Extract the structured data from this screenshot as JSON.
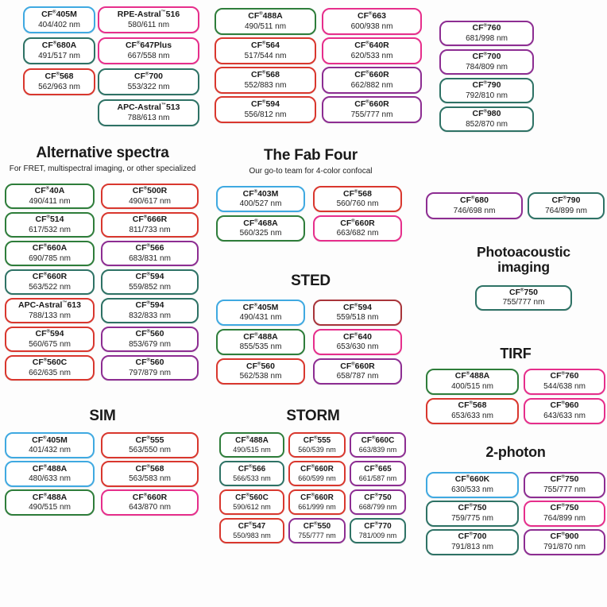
{
  "palette": {
    "blue": "#3FA9E1",
    "green": "#2E7D3A",
    "teal": "#2E7265",
    "red": "#D9372E",
    "darkred": "#A8343A",
    "pink": "#E62E8B",
    "purple": "#8D2D92"
  },
  "sections": [
    {
      "id": "top-left-group",
      "columns": [
        {
          "pills": [
            {
              "name": "CF®405M",
              "value": "404/402 nm",
              "color": "blue"
            },
            {
              "name": "CF®680A",
              "value": "491/517 nm",
              "color": "teal"
            },
            {
              "name": "CF®568",
              "value": "562/963 nm",
              "color": "red"
            }
          ]
        },
        {
          "pills": [
            {
              "name": "RPE-Astral™516",
              "value": "580/611 nm",
              "color": "pink"
            },
            {
              "name": "CF®647Plus",
              "value": "667/558 nm",
              "color": "pink"
            },
            {
              "name": "CF®700",
              "value": "553/322 nm",
              "color": "teal"
            },
            {
              "name": "APC-Astral™513",
              "value": "788/613 nm",
              "color": "teal"
            }
          ]
        }
      ]
    },
    {
      "id": "top-middle-group",
      "columns": [
        {
          "pills": [
            {
              "name": "CF®488A",
              "value": "490/511 nm",
              "color": "green"
            },
            {
              "name": "CF®564",
              "value": "517/544 nm",
              "color": "red"
            },
            {
              "name": "CF®568",
              "value": "552/883 nm",
              "color": "red"
            },
            {
              "name": "CF®594",
              "value": "556/812 nm",
              "color": "red"
            }
          ]
        },
        {
          "pills": [
            {
              "name": "CF®663",
              "value": "600/938 nm",
              "color": "pink"
            },
            {
              "name": "CF®640R",
              "value": "620/533 nm",
              "color": "pink"
            },
            {
              "name": "CF®660R",
              "value": "662/882 nm",
              "color": "purple"
            },
            {
              "name": "CF®660R",
              "value": "755/777 nm",
              "color": "purple"
            }
          ]
        }
      ]
    },
    {
      "id": "top-right-group",
      "columns": [
        {
          "pills": [
            {
              "name": "CF®760",
              "value": "681/998 nm",
              "color": "purple"
            },
            {
              "name": "CF®700",
              "value": "784/809 nm",
              "color": "purple"
            },
            {
              "name": "CF®790",
              "value": "792/810 nm",
              "color": "teal"
            },
            {
              "name": "CF®980",
              "value": "852/870 nm",
              "color": "teal"
            }
          ]
        }
      ]
    },
    {
      "id": "alternative-spectra",
      "title": "Alternative spectra",
      "subtitle": "For FRET, multispectral imaging, or other specialized",
      "columns": [
        {
          "pills": [
            {
              "name": "CF®40A",
              "value": "490/411 nm",
              "color": "green"
            },
            {
              "name": "CF®514",
              "value": "617/532 nm",
              "color": "green"
            },
            {
              "name": "CF®660A",
              "value": "690/785 nm",
              "color": "green"
            },
            {
              "name": "CF®660R",
              "value": "563/522 nm",
              "color": "teal"
            },
            {
              "name": "APC-Astral™613",
              "value": "788/133 nm",
              "color": "red"
            },
            {
              "name": "CF®594",
              "value": "560/675 nm",
              "color": "red"
            },
            {
              "name": "CF®560C",
              "value": "662/635 nm",
              "color": "red"
            }
          ]
        },
        {
          "pills": [
            {
              "name": "CF®500R",
              "value": "490/617 nm",
              "color": "red"
            },
            {
              "name": "CF®666R",
              "value": "811/733 nm",
              "color": "red"
            },
            {
              "name": "CF®566",
              "value": "683/831 nm",
              "color": "purple"
            },
            {
              "name": "CF®594",
              "value": "559/852 nm",
              "color": "teal"
            },
            {
              "name": "CF®594",
              "value": "832/833 nm",
              "color": "teal"
            },
            {
              "name": "CF®560",
              "value": "853/679 nm",
              "color": "purple"
            },
            {
              "name": "CF®560",
              "value": "797/879 nm",
              "color": "purple"
            }
          ]
        }
      ]
    },
    {
      "id": "fab-four",
      "title": "The Fab Four",
      "subtitle": "Our go-to team for 4-color confocal",
      "columns": [
        {
          "pills": [
            {
              "name": "CF®403M",
              "value": "400/527 nm",
              "color": "blue"
            },
            {
              "name": "CF®468A",
              "value": "560/325 nm",
              "color": "green"
            }
          ]
        },
        {
          "pills": [
            {
              "name": "CF®568",
              "value": "560/760 nm",
              "color": "red"
            },
            {
              "name": "CF®660R",
              "value": "663/682 nm",
              "color": "pink"
            }
          ]
        }
      ]
    },
    {
      "id": "sted",
      "title": "STED",
      "columns": [
        {
          "pills": [
            {
              "name": "CF®405M",
              "value": "490/431 nm",
              "color": "blue"
            },
            {
              "name": "CF®488A",
              "value": "855/535 nm",
              "color": "green"
            },
            {
              "name": "CF®560",
              "value": "562/538 nm",
              "color": "red"
            }
          ]
        },
        {
          "pills": [
            {
              "name": "CF®594",
              "value": "559/518 nm",
              "color": "darkred"
            },
            {
              "name": "CF®640",
              "value": "653/630 nm",
              "color": "pink"
            },
            {
              "name": "CF®660R",
              "value": "658/787 nm",
              "color": "purple"
            }
          ]
        }
      ]
    },
    {
      "id": "right-pair",
      "columns": [
        {
          "pills": [
            {
              "name": "CF®680",
              "value": "746/698 nm",
              "color": "purple"
            }
          ]
        },
        {
          "pills": [
            {
              "name": "CF®790",
              "value": "764/899 nm",
              "color": "teal"
            }
          ]
        }
      ]
    },
    {
      "id": "photoacoustic",
      "title": "Photoacoustic\nimaging",
      "columns": [
        {
          "pills": [
            {
              "name": "CF®750",
              "value": "755/777 nm",
              "color": "teal"
            }
          ]
        }
      ]
    },
    {
      "id": "tirf",
      "title": "TIRF",
      "columns": [
        {
          "pills": [
            {
              "name": "CF®488A",
              "value": "400/515 nm",
              "color": "green"
            },
            {
              "name": "CF®568",
              "value": "653/633 nm",
              "color": "red"
            }
          ]
        },
        {
          "pills": [
            {
              "name": "CF®760",
              "value": "544/638 nm",
              "color": "pink"
            },
            {
              "name": "CF®960",
              "value": "643/633 nm",
              "color": "pink"
            }
          ]
        }
      ]
    },
    {
      "id": "sim",
      "title": "SIM",
      "columns": [
        {
          "pills": [
            {
              "name": "CF®405M",
              "value": "401/432 nm",
              "color": "blue"
            },
            {
              "name": "CF®488A",
              "value": "480/633 nm",
              "color": "blue"
            },
            {
              "name": "CF®488A",
              "value": "490/515 nm",
              "color": "green"
            }
          ]
        },
        {
          "pills": [
            {
              "name": "CF®555",
              "value": "563/550 nm",
              "color": "red"
            },
            {
              "name": "CF®568",
              "value": "563/583 nm",
              "color": "red"
            },
            {
              "name": "CF®660R",
              "value": "643/870 nm",
              "color": "pink"
            }
          ]
        }
      ]
    },
    {
      "id": "storm",
      "title": "STORM",
      "columns": [
        {
          "pills": [
            {
              "name": "CF®488A",
              "value": "490/515 nm",
              "color": "green"
            },
            {
              "name": "CF®566",
              "value": "566/533 nm",
              "color": "teal"
            },
            {
              "name": "CF®560C",
              "value": "590/612 nm",
              "color": "red"
            },
            {
              "name": "CF®547",
              "value": "550/983 nm",
              "color": "red"
            }
          ]
        },
        {
          "pills": [
            {
              "name": "CF®555",
              "value": "560/539 nm",
              "color": "red"
            },
            {
              "name": "CF®660R",
              "value": "660/599 nm",
              "color": "red"
            },
            {
              "name": "CF®660R",
              "value": "661/999 nm",
              "color": "red"
            },
            {
              "name": "CF®550",
              "value": "755/777 nm",
              "color": "purple"
            }
          ]
        },
        {
          "pills": [
            {
              "name": "CF®660C",
              "value": "663/839 nm",
              "color": "purple"
            },
            {
              "name": "CF®665",
              "value": "661/587 nm",
              "color": "purple"
            },
            {
              "name": "CF®750",
              "value": "668/799 nm",
              "color": "purple"
            },
            {
              "name": "CF®770",
              "value": "781/009 nm",
              "color": "teal"
            }
          ]
        }
      ]
    },
    {
      "id": "two-photon",
      "title": "2-photon",
      "columns": [
        {
          "pills": [
            {
              "name": "CF®660K",
              "value": "630/533 nm",
              "color": "blue"
            },
            {
              "name": "CF®750",
              "value": "759/775 nm",
              "color": "teal"
            },
            {
              "name": "CF®700",
              "value": "791/813 nm",
              "color": "teal"
            }
          ]
        },
        {
          "pills": [
            {
              "name": "CF®750",
              "value": "755/777 nm",
              "color": "purple"
            },
            {
              "name": "CF®750",
              "value": "764/899 nm",
              "color": "pink"
            },
            {
              "name": "CF®900",
              "value": "791/870 nm",
              "color": "purple"
            }
          ]
        }
      ]
    }
  ]
}
